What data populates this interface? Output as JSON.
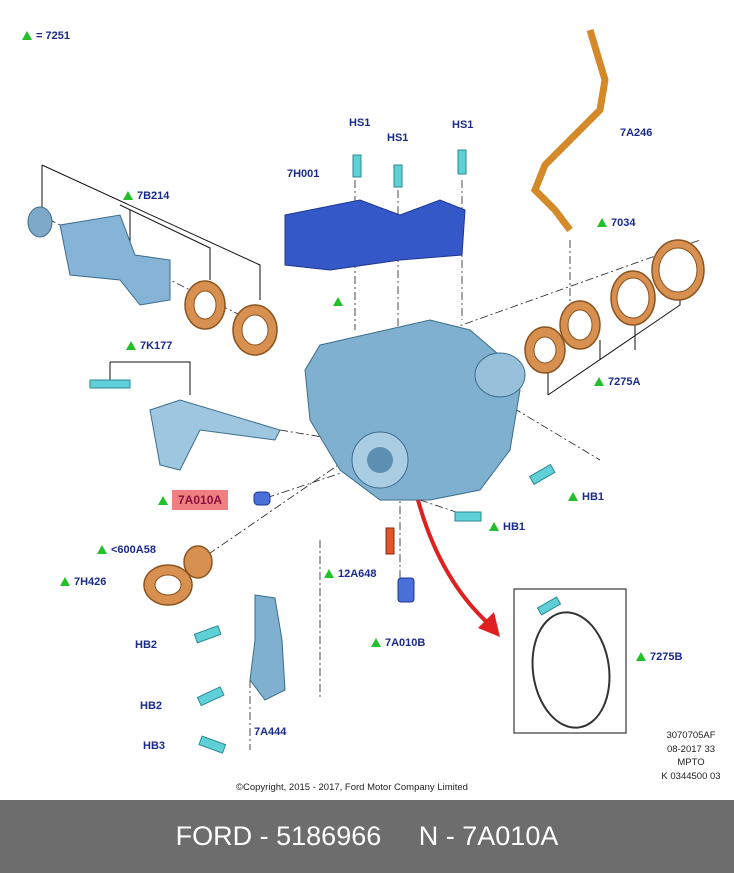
{
  "legend": {
    "marker": "triangle-green",
    "text": "= 7251"
  },
  "labels": {
    "hs1_a": "HS1",
    "hs1_b": "HS1",
    "hs1_c": "HS1",
    "p7h001": "7H001",
    "p7b214": "7B214",
    "p7a246": "7A246",
    "p7034": "7034",
    "p7k177": "7K177",
    "p7275a": "7275A",
    "p7a010a": "7A010A",
    "hb1_a": "HB1",
    "hb1_b": "HB1",
    "p600a58": "<600A58",
    "p7h426": "7H426",
    "p12a648": "12A648",
    "p7a010b": "7A010B",
    "p7275b": "7275B",
    "hb2_a": "HB2",
    "hb2_b": "HB2",
    "hb3": "HB3",
    "p7a444": "7A444"
  },
  "copyright": "©Copyright, 2015 - 2017, Ford Motor Company Limited",
  "ref": [
    "3070705AF",
    "08-2017 33",
    "MPTO",
    "K 0344500 03"
  ],
  "footer": {
    "part": "FORD - 5186966",
    "name": "N - 7A010A"
  },
  "colors": {
    "highlight": "#f08080",
    "triangle": "#22c02a",
    "label": "#1a2a8c",
    "footer_bg": "#6d6d6d"
  }
}
